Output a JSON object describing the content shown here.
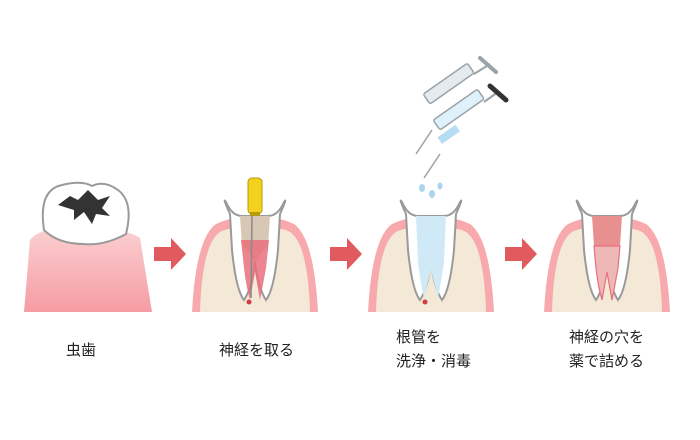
{
  "steps": [
    {
      "lines": [
        "虫歯"
      ]
    },
    {
      "lines": [
        "神経を取る"
      ]
    },
    {
      "lines": [
        "根管を",
        "洗浄・消毒"
      ]
    },
    {
      "lines": [
        "神経の穴を",
        "薬で詰める"
      ]
    }
  ],
  "colors": {
    "gum": "#f7a9ad",
    "gum_dark": "#ee8f95",
    "gum_inner": "#f3e9d6",
    "tooth": "#ffffff",
    "tooth_stroke": "#9a9a9a",
    "cavity": "#333333",
    "nerve": "#e8707c",
    "nerve_fill": "#d9a6a3",
    "water": "#cfe9f7",
    "arrow": "#e05a5e",
    "file_handle": "#f2d21e",
    "syringe": "#cdd6db"
  },
  "icons": [
    "arrow-right-icon",
    "endodontic-file-icon",
    "syringe-icon",
    "water-drop-icon"
  ]
}
